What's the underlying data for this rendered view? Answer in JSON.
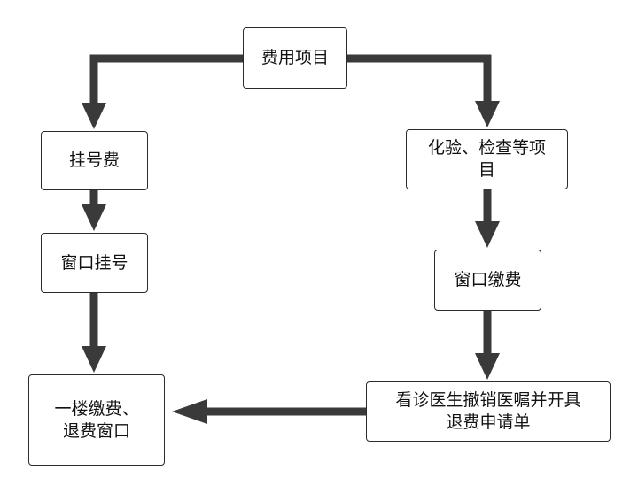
{
  "diagram": {
    "nodes": {
      "fee_items": "费用项目",
      "registration_fee": "挂号费",
      "window_registration": "窗口挂号",
      "lab_exam_items": "化验、检查等项\n目",
      "window_payment": "窗口缴费",
      "doctor_cancel": "看诊医生撤销医嘱并开具\n退费申请单",
      "first_floor_refund": "一楼缴费、\n退费窗口"
    },
    "edges": [
      {
        "from": "fee_items",
        "to": "registration_fee"
      },
      {
        "from": "fee_items",
        "to": "lab_exam_items"
      },
      {
        "from": "registration_fee",
        "to": "window_registration"
      },
      {
        "from": "window_registration",
        "to": "first_floor_refund"
      },
      {
        "from": "lab_exam_items",
        "to": "window_payment"
      },
      {
        "from": "window_payment",
        "to": "doctor_cancel"
      },
      {
        "from": "doctor_cancel",
        "to": "first_floor_refund"
      }
    ],
    "colors": {
      "connector": "#3a3a3a",
      "border": "#2b2b2b"
    }
  }
}
